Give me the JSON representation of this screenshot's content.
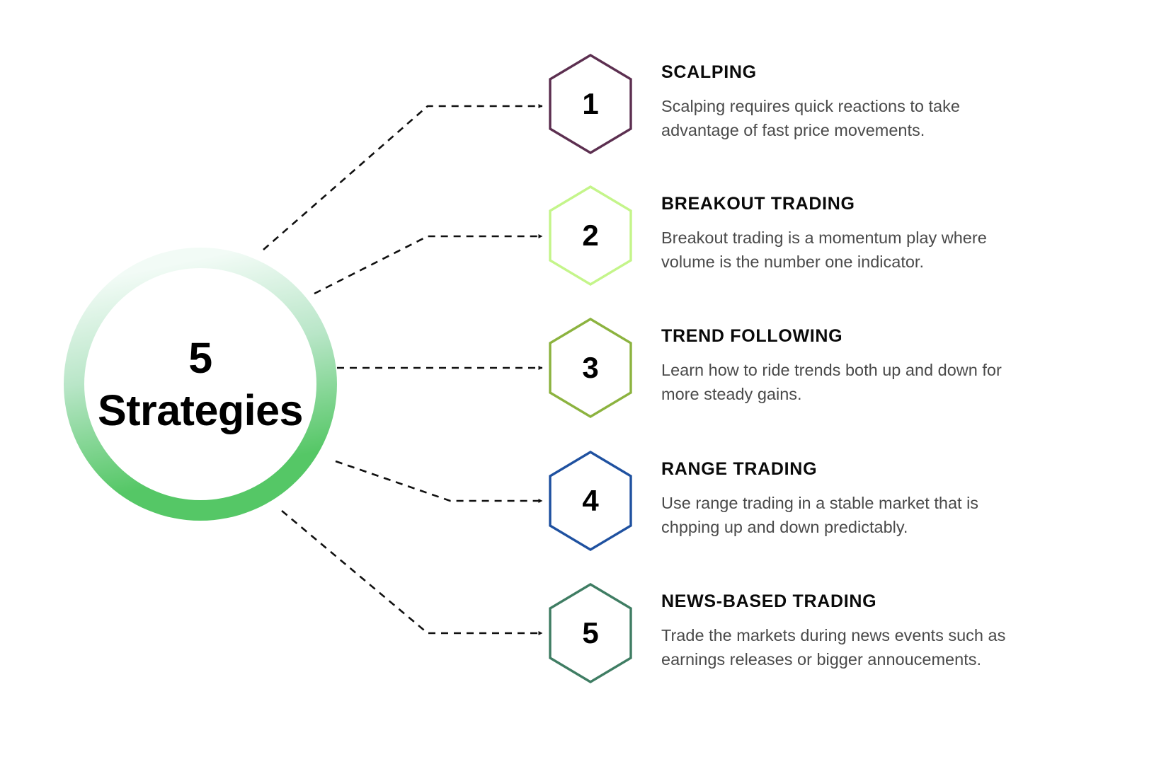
{
  "hub": {
    "label": "5\nStrategies",
    "ring_gradient_from": "#f2fbf6",
    "ring_gradient_to": "#55c766"
  },
  "connector": {
    "color": "#111111",
    "style": "dashed",
    "arrow": "arrowhead-icon"
  },
  "items": [
    {
      "number": "1",
      "title": "SCALPING",
      "description": "Scalping requires quick reactions to take advantage of fast price movements.",
      "hex_color": "#5c2f50"
    },
    {
      "number": "2",
      "title": "BREAKOUT TRADING",
      "description": "Breakout trading is a momentum play where volume is the number one indicator.",
      "hex_color": "#c4f58a"
    },
    {
      "number": "3",
      "title": "TREND FOLLOWING",
      "description": "Learn how to ride trends both up and down for more steady gains.",
      "hex_color": "#8cb33f"
    },
    {
      "number": "4",
      "title": "RANGE TRADING",
      "description": "Use range trading in a stable market that is chpping up and down predictably.",
      "hex_color": "#1f51a0"
    },
    {
      "number": "5",
      "title": "NEWS-BASED TRADING",
      "description": "Trade the markets during news events such as earnings releases or bigger annoucements.",
      "hex_color": "#3f7d63"
    }
  ]
}
